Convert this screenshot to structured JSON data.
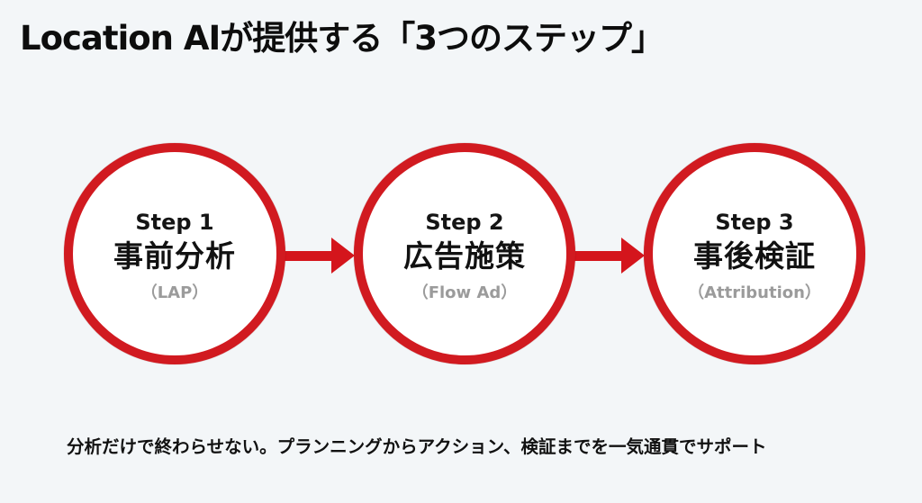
{
  "title": "Location AIが提供する「3つのステップ」",
  "colors": {
    "background": "#f3f6f8",
    "accent_red": "#d11a20",
    "subtitle_gray": "#9b9b9b",
    "text": "#111111"
  },
  "steps": [
    {
      "number": "Step 1",
      "name": "事前分析",
      "sub": "（LAP）"
    },
    {
      "number": "Step 2",
      "name": "広告施策",
      "sub": "（Flow Ad）"
    },
    {
      "number": "Step 3",
      "name": "事後検証",
      "sub": "（Attribution）"
    }
  ],
  "connectors": [
    {
      "from": "Step 1",
      "to": "Step 2",
      "icon": "arrow-right-icon"
    },
    {
      "from": "Step 2",
      "to": "Step 3",
      "icon": "arrow-right-icon"
    }
  ],
  "footer": "分析だけで終わらせない。プランニングからアクション、検証までを一気通貫でサポート"
}
